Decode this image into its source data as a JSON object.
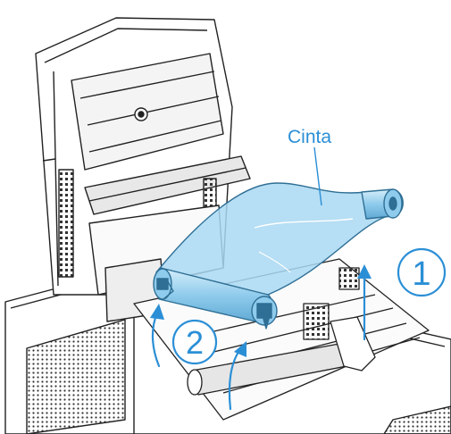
{
  "callouts": {
    "ribbon_label": "Cinta",
    "step_one": "1",
    "step_two": "2"
  },
  "colors": {
    "accent": "#2b8fd6",
    "ribbon_fill": "#a9d8f2",
    "ribbon_stroke": "#2f6f95",
    "line_art": "#222222"
  }
}
